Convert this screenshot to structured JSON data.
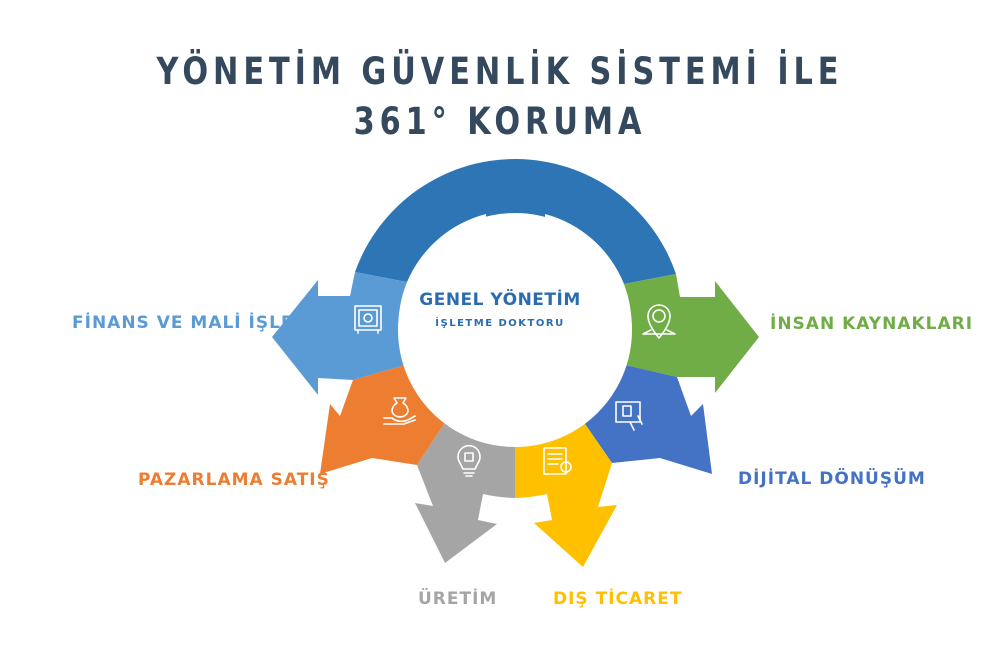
{
  "title": {
    "line1": "YÖNETİM GÜVENLİK SİSTEMİ İLE",
    "line2": "361° KORUMA"
  },
  "center": {
    "title": "GENEL YÖNETİM",
    "subtitle": "İŞLETME DOKTORU"
  },
  "segments": {
    "finans": {
      "label": "FİNANS VE MALİ İŞLER",
      "color": "#5b9bd5",
      "icon": "safe-icon"
    },
    "insan": {
      "label": "İNSAN KAYNAKLARI",
      "color": "#70ad47",
      "icon": "location-money-icon"
    },
    "pazarlama": {
      "label": "PAZARLAMA SATIŞ",
      "color": "#ed7d31",
      "icon": "money-bag-hand-icon"
    },
    "dijital": {
      "label": "DİJİTAL DÖNÜŞÜM",
      "color": "#4472c4",
      "icon": "tablet-payment-icon"
    },
    "uretim": {
      "label": "ÜRETİM",
      "color": "#a5a5a5",
      "icon": "lightbulb-chip-icon"
    },
    "dis_ticaret": {
      "label": "DIŞ TİCARET",
      "color": "#ffc000",
      "icon": "document-chart-icon"
    },
    "genel": {
      "color": "#2e75b6"
    }
  }
}
